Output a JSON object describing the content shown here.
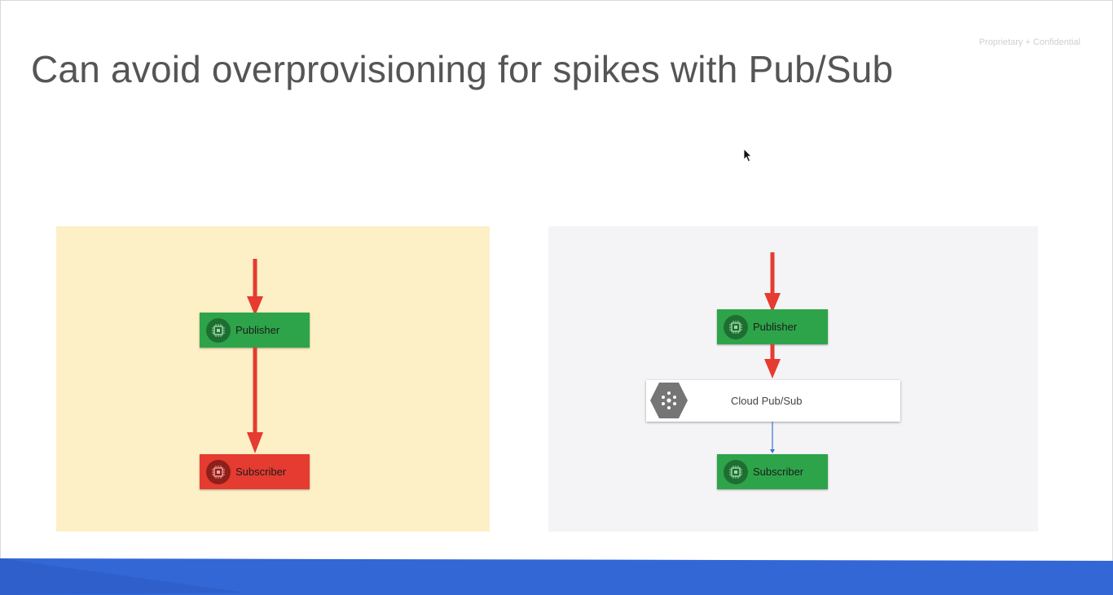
{
  "header": {
    "title": "Can avoid overprovisioning for spikes with Pub/Sub",
    "confidential_label": "Proprietary + Confidential"
  },
  "left_diagram": {
    "background": "#fdefc6",
    "publisher_label": "Publisher",
    "subscriber_label": "Subscriber",
    "publisher_color": "#2da449",
    "subscriber_color": "#e53b30"
  },
  "right_diagram": {
    "background": "#f4f4f6",
    "publisher_label": "Publisher",
    "service_label": "Cloud Pub/Sub",
    "subscriber_label": "Subscriber",
    "publisher_color": "#2da449",
    "subscriber_color": "#2da449"
  },
  "colors": {
    "arrow_red": "#e53b30",
    "connector_blue": "#3b6fd8",
    "footer_blue": "#3367d6"
  },
  "icons": [
    "cpu-chip-icon",
    "cloud-pubsub-hexagon-icon",
    "mouse-cursor-icon"
  ]
}
